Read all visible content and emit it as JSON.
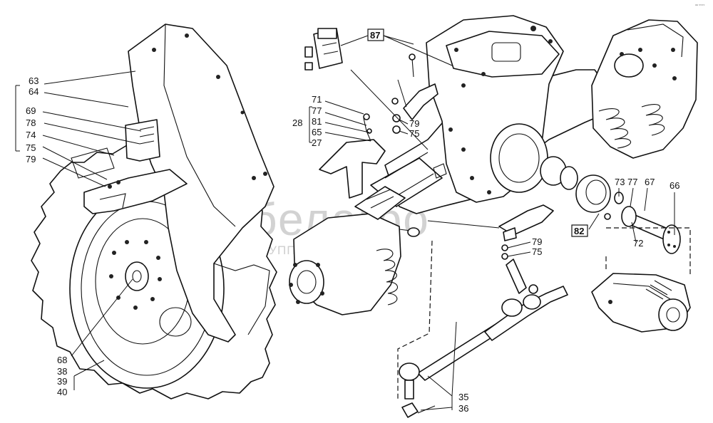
{
  "watermark": {
    "brand": "белагро",
    "subtitle": "ГРУППА КОМПАНИЙ"
  },
  "corner_mark": "ᵃᵃ ⁵⁵⁵⁵",
  "labels": {
    "l63": "63",
    "l64": "64",
    "l69": "69",
    "l78": "78",
    "l74": "74",
    "l75": "75",
    "l79": "79",
    "l71": "71",
    "l77": "77",
    "l28": "28",
    "l81": "81",
    "l65": "65",
    "l27": "27",
    "l87": "87",
    "l79b": "79",
    "l75b": "75",
    "l73": "73",
    "l77b": "77",
    "l67": "67",
    "l66": "66",
    "l82": "82",
    "l72": "72",
    "l79c": "79",
    "l75c": "75",
    "l68": "68",
    "l38": "38",
    "l39": "39",
    "l40": "40",
    "l35": "35",
    "l36": "36"
  }
}
